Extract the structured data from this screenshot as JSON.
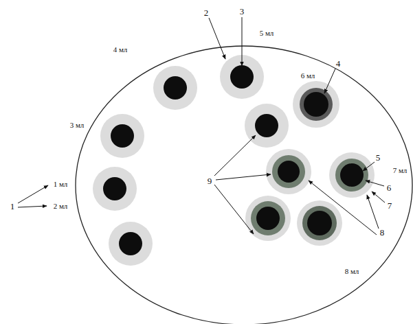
{
  "diagram": {
    "labels": [
      "1 мл",
      "2 мл",
      "3 мл",
      "4 мл",
      "5 мл",
      "6 мл",
      "7 мл",
      "8 мл",
      "1",
      "2",
      "3",
      "4",
      "5",
      "6",
      "7",
      "8",
      "9"
    ]
  }
}
